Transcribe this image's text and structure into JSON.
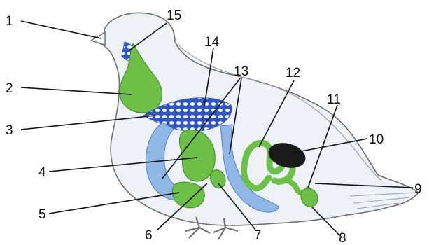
{
  "labels": [
    {
      "id": "label-1",
      "text": "1"
    },
    {
      "id": "label-2",
      "text": "2"
    },
    {
      "id": "label-3",
      "text": "3"
    },
    {
      "id": "label-4",
      "text": "4"
    },
    {
      "id": "label-5",
      "text": "5"
    },
    {
      "id": "label-6",
      "text": "6"
    },
    {
      "id": "label-7",
      "text": "7"
    },
    {
      "id": "label-8",
      "text": "8"
    },
    {
      "id": "label-9",
      "text": "9"
    },
    {
      "id": "label-10",
      "text": "10"
    },
    {
      "id": "label-11",
      "text": "11"
    },
    {
      "id": "label-12",
      "text": "12"
    },
    {
      "id": "label-13",
      "text": "13"
    },
    {
      "id": "label-14",
      "text": "14"
    },
    {
      "id": "label-15",
      "text": "15"
    }
  ],
  "colors": {
    "body_fill": "#eef2f6",
    "body_outline": "#6f6f6f",
    "organ_green": "#6dc046",
    "organ_green_dark": "#3f8a2a",
    "organ_blue": "#8fb8e6",
    "organ_blue_dark": "#4f7fc2",
    "organ_dark": "#1a1a1a",
    "label_color": "#111111"
  }
}
